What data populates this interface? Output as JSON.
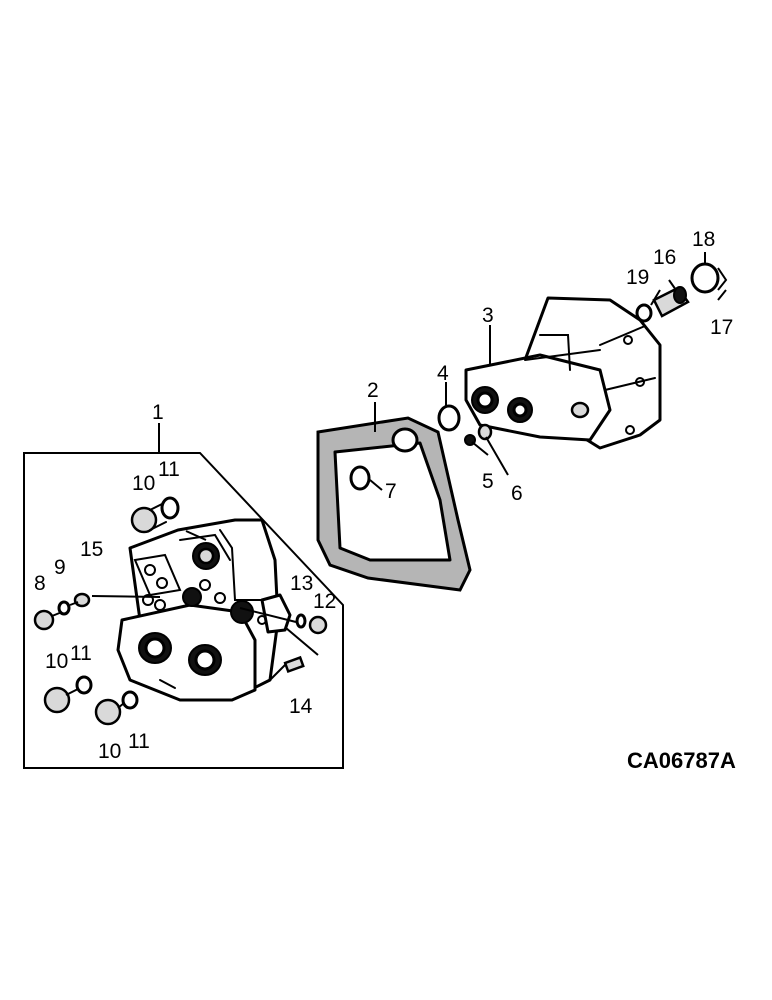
{
  "figure": {
    "drawing_number": "CA06787A",
    "callouts": [
      "1",
      "2",
      "3",
      "4",
      "5",
      "6",
      "7",
      "8",
      "9",
      "10",
      "11",
      "12",
      "13",
      "14",
      "15",
      "16",
      "17",
      "18",
      "19"
    ],
    "callout_labels": {
      "c1": "1",
      "c2": "2",
      "c3": "3",
      "c4": "4",
      "c5": "5",
      "c6": "6",
      "c7": "7",
      "c8": "8",
      "c9": "9",
      "c10a": "10",
      "c10b": "10",
      "c10c": "10",
      "c11a": "11",
      "c11b": "11",
      "c11c": "11",
      "c12": "12",
      "c13": "13",
      "c14": "14",
      "c15": "15",
      "c16": "16",
      "c17": "17",
      "c18": "18",
      "c19": "19"
    }
  }
}
